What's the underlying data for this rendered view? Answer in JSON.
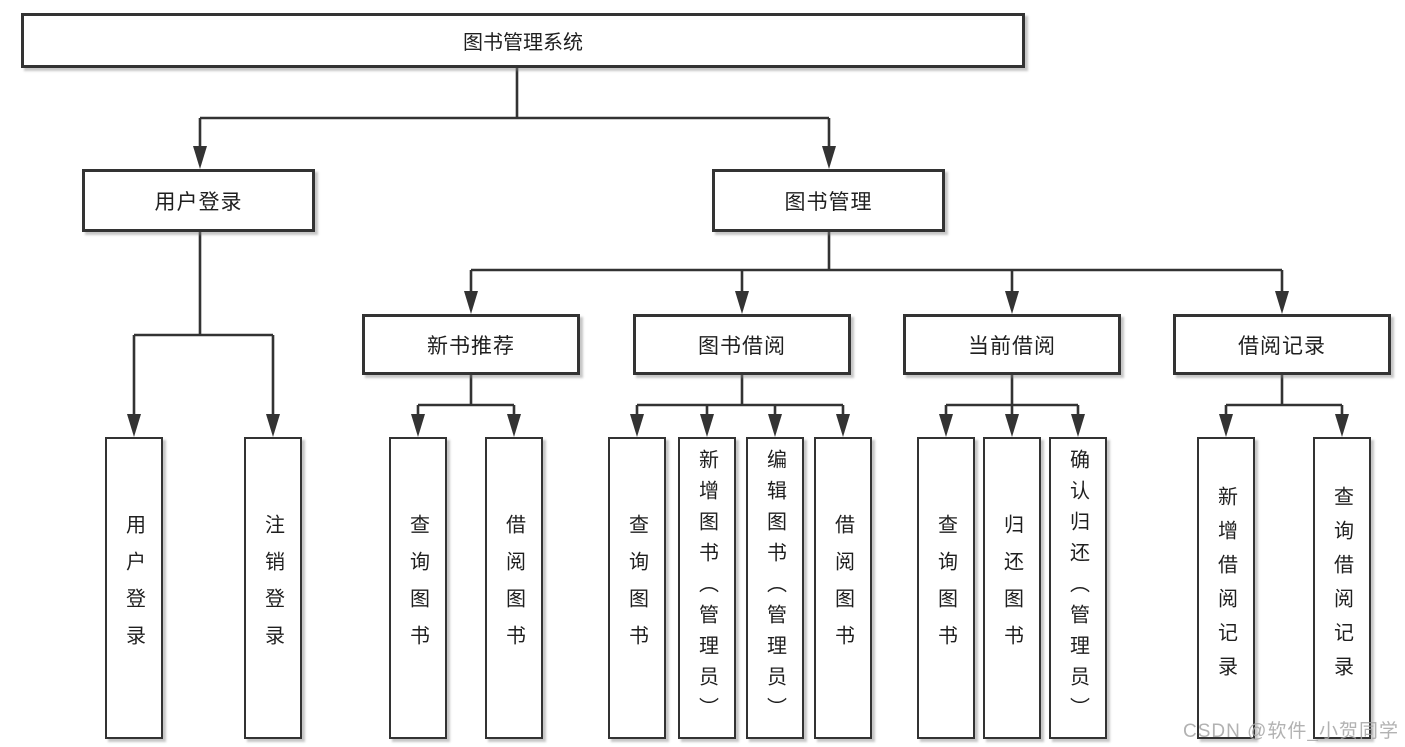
{
  "diagram": {
    "type": "tree",
    "title": "图书管理系统",
    "watermark": "CSDN @软件_小贺同学",
    "colors": {
      "line": "#333333",
      "border": "#333333",
      "text": "#1f1f1f",
      "background": "#ffffff",
      "watermark": "#a5a5a5"
    },
    "nodes": {
      "root": {
        "label": "图书管理系统"
      },
      "user_login": {
        "label": "用户登录",
        "parent": "root"
      },
      "book_mgmt": {
        "label": "图书管理",
        "parent": "root"
      },
      "new_book_rec": {
        "label": "新书推荐",
        "parent": "book_mgmt"
      },
      "book_borrowing": {
        "label": "图书借阅",
        "parent": "book_mgmt"
      },
      "current_borrowing": {
        "label": "当前借阅",
        "parent": "book_mgmt"
      },
      "borrowing_records": {
        "label": "借阅记录",
        "parent": "book_mgmt"
      },
      "leaf_user_login": {
        "label": "用户登录",
        "parent": "user_login"
      },
      "leaf_logout": {
        "label": "注销登录",
        "parent": "user_login"
      },
      "leaf_query_book_1": {
        "label": "查询图书",
        "parent": "new_book_rec"
      },
      "leaf_borrow_book_1": {
        "label": "借阅图书",
        "parent": "new_book_rec"
      },
      "leaf_query_book_2": {
        "label": "查询图书",
        "parent": "book_borrowing"
      },
      "leaf_add_book_admin": {
        "label": "新增图书（管理员）",
        "parent": "book_borrowing"
      },
      "leaf_edit_book_admin": {
        "label": "编辑图书（管理员）",
        "parent": "book_borrowing"
      },
      "leaf_borrow_book_2": {
        "label": "借阅图书",
        "parent": "book_borrowing"
      },
      "leaf_query_book_3": {
        "label": "查询图书",
        "parent": "current_borrowing"
      },
      "leaf_return_book": {
        "label": "归还图书",
        "parent": "current_borrowing"
      },
      "leaf_confirm_return_admin": {
        "label": "确认归还（管理员）",
        "parent": "current_borrowing"
      },
      "leaf_add_borrow_record": {
        "label": "新增借阅记录",
        "parent": "borrowing_records"
      },
      "leaf_query_borrow_record": {
        "label": "查询借阅记录",
        "parent": "borrowing_records"
      }
    }
  }
}
